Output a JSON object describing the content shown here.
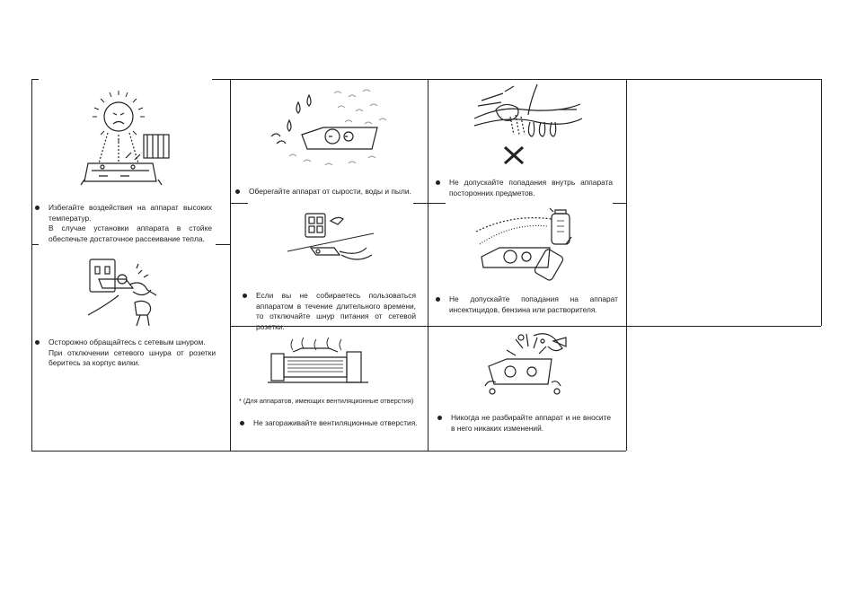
{
  "cautions": {
    "heat": {
      "lines": [
        "Избегайте воздействия на аппарат высоких температур.",
        "В случае установки аппарата в стойке обеспечьте достаточное рассеивание тепла."
      ]
    },
    "cord": {
      "lines": [
        "Осторожно обращайтесь с сетевым шнуром.",
        "При отключении сетевого шнура от розетки беритесь за корпус вилки."
      ]
    },
    "moisture": {
      "lines": [
        "Оберегайте аппарат от сырости, воды и пыли."
      ]
    },
    "unplug": {
      "lines": [
        "Если вы не собираетесь пользоваться аппаратом в течение длительного времени, то отключайте шнур питания от сетевой розетки."
      ]
    },
    "ventilation": {
      "note": "* (Для аппаратов, имеющих вентиляционные отверстия)",
      "lines": [
        "Не загораживайте вентиляционные отверстия."
      ]
    },
    "foreign_objects": {
      "lines": [
        "Не допускайте попадания внутрь аппарата посторонних предметов."
      ]
    },
    "chemicals": {
      "lines": [
        "Не допускайте попадания на аппарат инсектицидов, бензина или растворителя."
      ]
    },
    "disassemble": {
      "lines": [
        "Никогда не разбирайте аппарат и не вносите в него никаких изменений."
      ]
    }
  }
}
